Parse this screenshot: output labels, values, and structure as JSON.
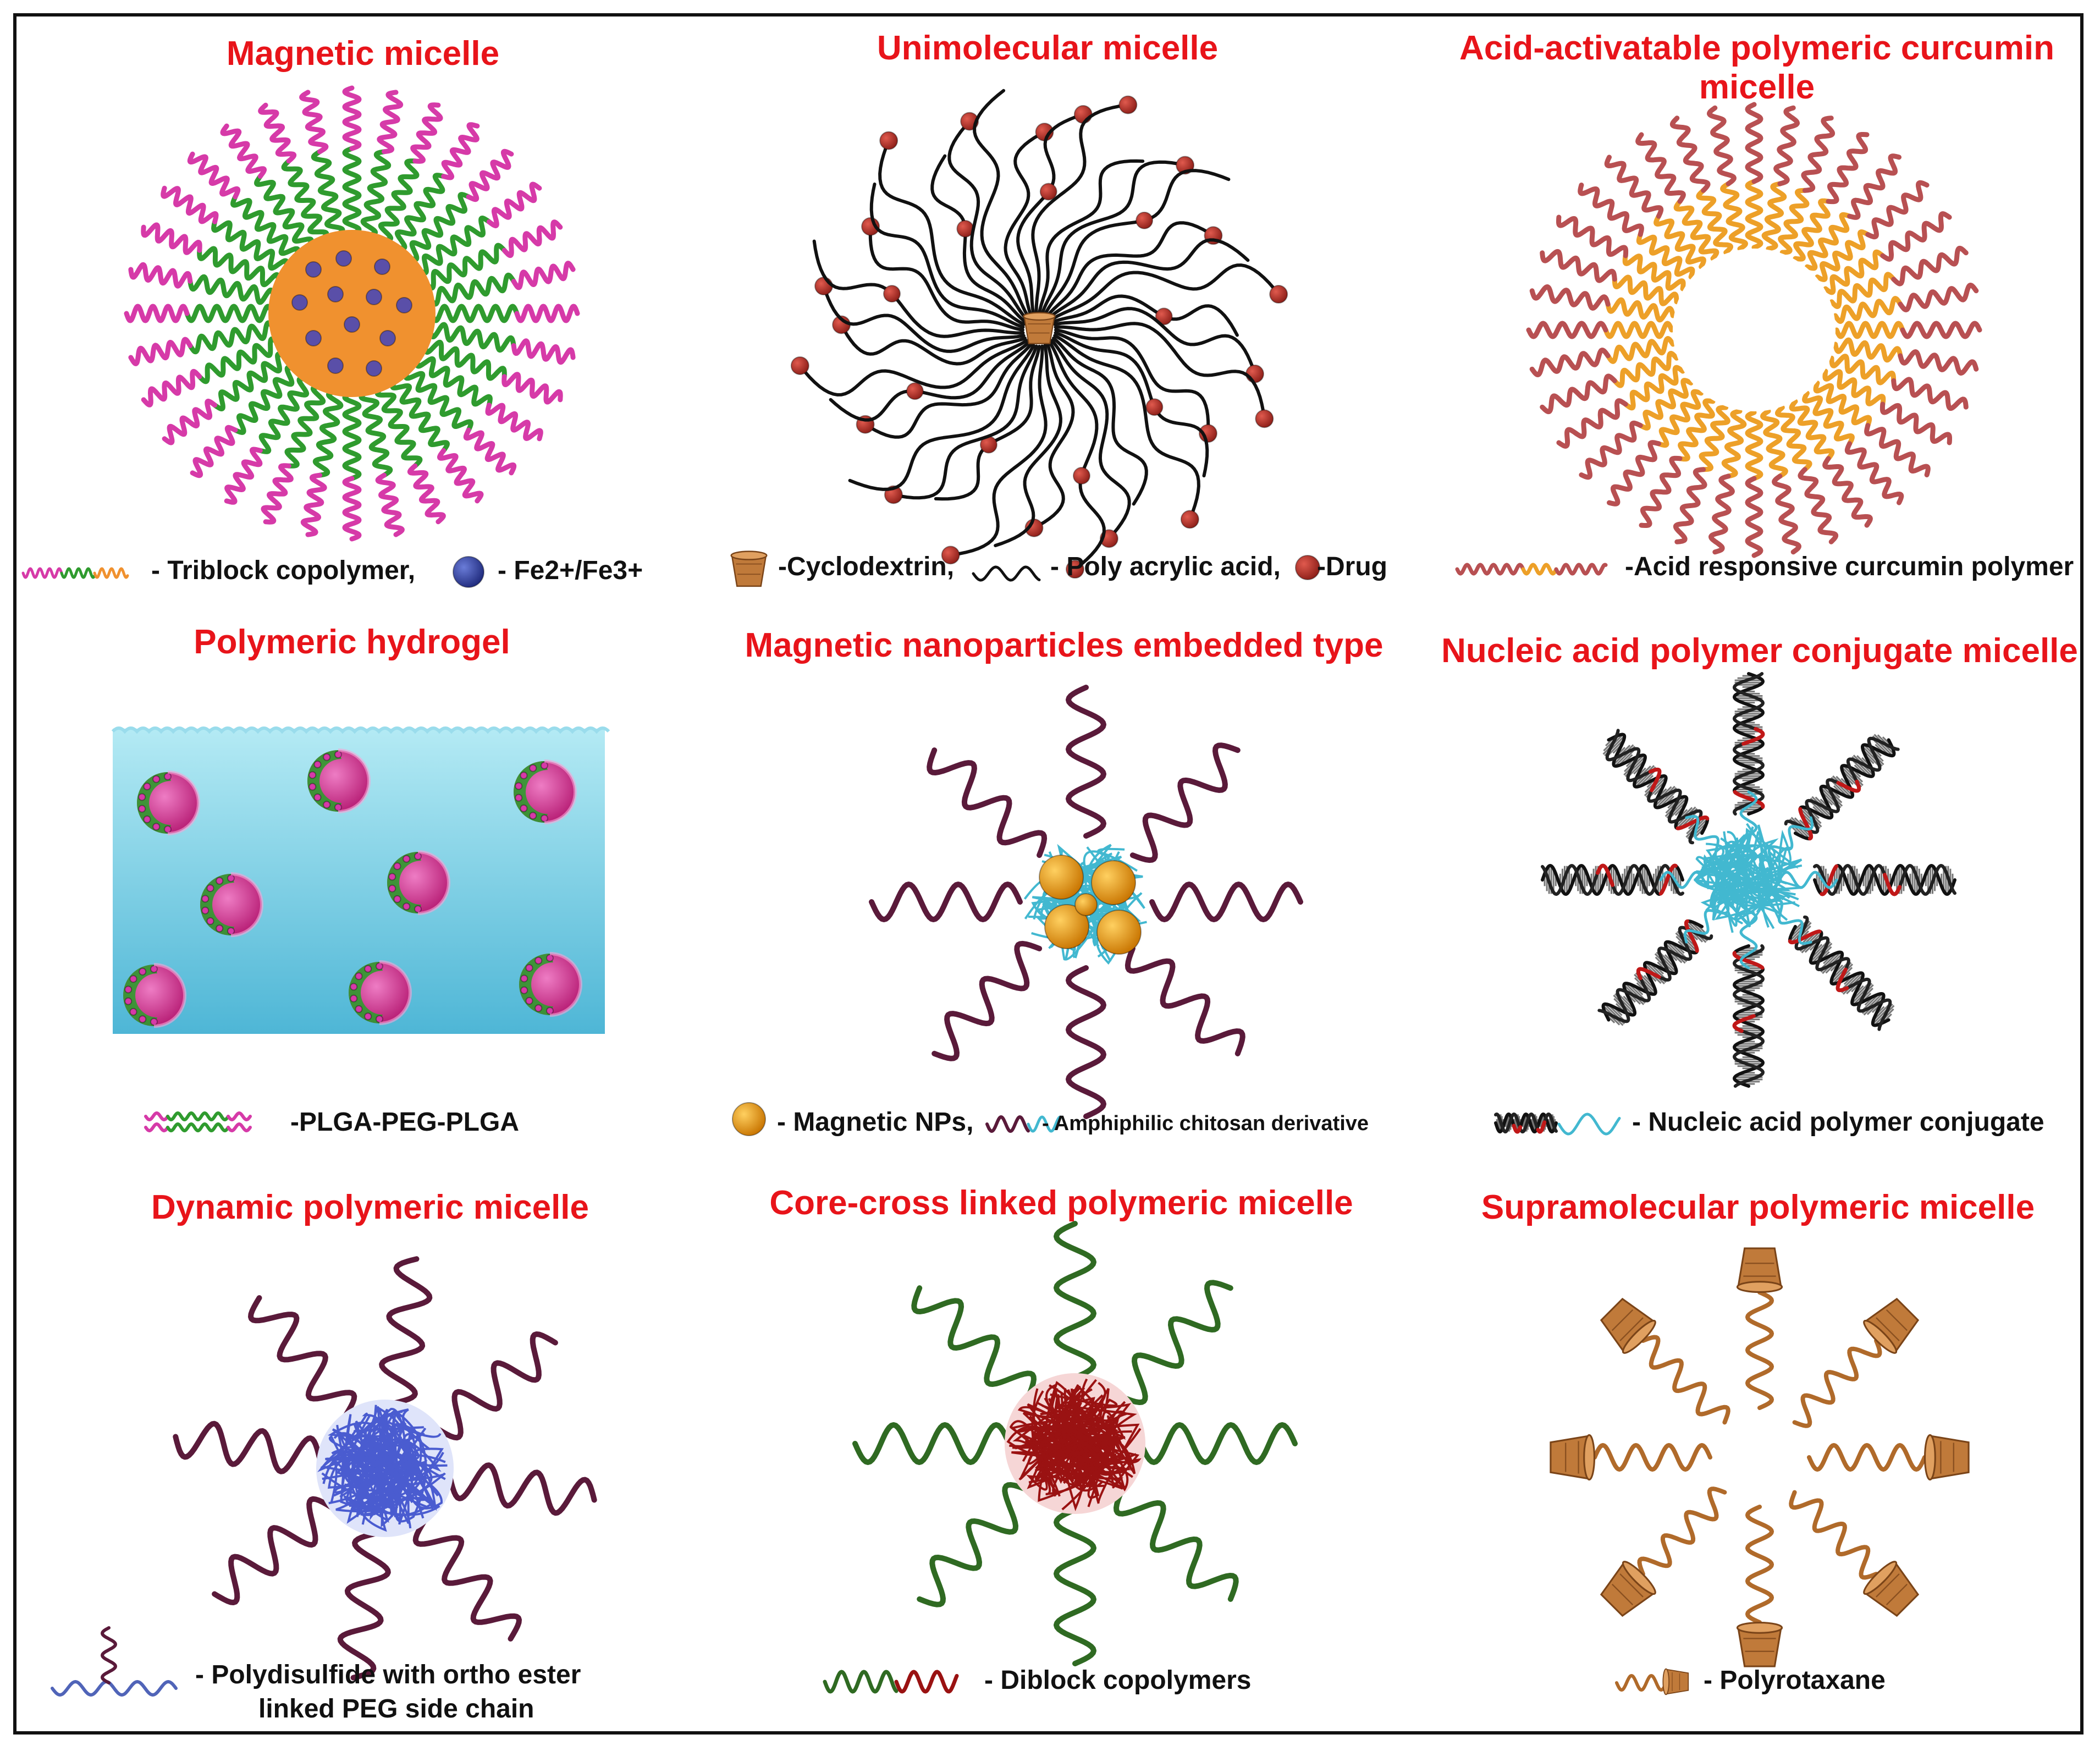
{
  "colors": {
    "title": "#e8141a",
    "magenta": "#d63aa8",
    "green": "#2f9b2e",
    "orange_core": "#f0912f",
    "iron_ion": "#5a4fa8",
    "drug_red": "#b83228",
    "black": "#111111",
    "curcumin_red": "#b85052",
    "curcumin_orange": "#eda028",
    "hydrogel_top": "#b4eaf4",
    "hydrogel_bottom": "#4eb6d6",
    "sphere_pink": "#d23a8c",
    "maroon": "#5a1a3a",
    "cyan": "#42b8d0",
    "gold_np": "#e0900a",
    "blue_core": "#4a5cd0",
    "dark_green": "#2f6a22",
    "dark_red_core": "#9a1212",
    "brown": "#b06a2a"
  },
  "panels": [
    {
      "id": "magnetic",
      "title": "Magnetic micelle",
      "legend": [
        {
          "icon": "triblock-copolymer-icon",
          "text": "- Triblock copolymer,"
        },
        {
          "icon": "fe-ion-icon",
          "text": "- Fe2+/Fe3+"
        }
      ]
    },
    {
      "id": "unimolecular",
      "title": "Unimolecular micelle",
      "legend": [
        {
          "icon": "cyclodextrin-icon",
          "text": "-Cyclodextrin,"
        },
        {
          "icon": "poly-acrylic-acid-icon",
          "text": "- Poly acrylic acid,"
        },
        {
          "icon": "drug-icon",
          "text": "-Drug"
        }
      ]
    },
    {
      "id": "curcumin",
      "title": "Acid-activatable polymeric curcumin",
      "title_line2": "micelle",
      "legend": [
        {
          "icon": "curcumin-polymer-icon",
          "text": "-Acid responsive curcumin polymer"
        }
      ]
    },
    {
      "id": "hydrogel",
      "title": "Polymeric hydrogel",
      "legend": [
        {
          "icon": "plga-peg-plga-icon",
          "text": "-PLGA-PEG-PLGA"
        }
      ]
    },
    {
      "id": "magnetic-np",
      "title": "Magnetic nanoparticles embedded type",
      "legend": [
        {
          "icon": "magnetic-np-icon",
          "text": "- Magnetic NPs,"
        },
        {
          "icon": "chitosan-derivative-icon",
          "text": "- Amphiphilic chitosan derivative"
        }
      ]
    },
    {
      "id": "nucleic",
      "title": "Nucleic acid polymer conjugate micelle",
      "legend": [
        {
          "icon": "nucleic-acid-conjugate-icon",
          "text": "- Nucleic acid polymer conjugate"
        }
      ]
    },
    {
      "id": "dynamic",
      "title": "Dynamic polymeric micelle",
      "legend": [
        {
          "icon": "polydisulfide-icon",
          "text": "- Polydisulfide with ortho ester"
        },
        {
          "icon": "",
          "text": "linked PEG side chain"
        }
      ]
    },
    {
      "id": "core-cross",
      "title": "Core-cross linked polymeric micelle",
      "legend": [
        {
          "icon": "diblock-copolymer-icon",
          "text": "- Diblock copolymers"
        }
      ]
    },
    {
      "id": "supramolecular",
      "title": "Supramolecular polymeric micelle",
      "legend": [
        {
          "icon": "polyrotaxane-icon",
          "text": "- Polyrotaxane"
        }
      ]
    }
  ]
}
